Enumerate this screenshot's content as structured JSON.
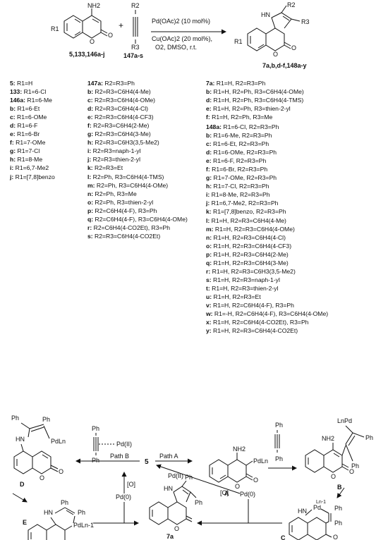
{
  "header": {
    "reactant1_label": "5,133,146a-j",
    "reactant2_label": "147a-s",
    "product_label": "7a,b,d-f,148a-y",
    "conditions": [
      "Pd(OAc)2 (10 mol%)",
      "Cu(OAc)2 (20 mol%),",
      "O2, DMSO, r.t."
    ],
    "atoms": {
      "nh2": "NH2",
      "r1": "R1",
      "r2": "R2",
      "r3": "R3",
      "o": "O",
      "hn": "HN",
      "plus": "+"
    }
  },
  "col1": [
    {
      "id": "5:",
      "text": "R1=H"
    },
    {
      "id": "133:",
      "text": "R1=6-Cl"
    },
    {
      "id": "146a:",
      "text": "R1=6-Me"
    },
    {
      "id": "b:",
      "text": "R1=6-Et"
    },
    {
      "id": "c:",
      "text": "R1=6-OMe"
    },
    {
      "id": "d:",
      "text": "R1=6-F"
    },
    {
      "id": "e:",
      "text": "R1=6-Br"
    },
    {
      "id": "f:",
      "text": "R1=7-OMe"
    },
    {
      "id": "g:",
      "text": "R1=7-Cl"
    },
    {
      "id": "h:",
      "text": "R1=8-Me"
    },
    {
      "id": "i:",
      "text": "R1=6,7-Me2"
    },
    {
      "id": "j:",
      "text": "R1=[7,8]benzo"
    }
  ],
  "col2": [
    {
      "id": "147a:",
      "text": "R2=R3=Ph"
    },
    {
      "id": "b:",
      "text": "R2=R3=C6H4(4-Me)"
    },
    {
      "id": "c:",
      "text": "R2=R3=C6H4(4-OMe)"
    },
    {
      "id": "d:",
      "text": "R2=R3=C6H4(4-Cl)"
    },
    {
      "id": "e:",
      "text": "R2=R3=C6H4(4-CF3)"
    },
    {
      "id": "f:",
      "text": "R2=R3=C6H4(2-Me)"
    },
    {
      "id": "g:",
      "text": "R2=R3=C6H4(3-Me)"
    },
    {
      "id": "h:",
      "text": "R2=R3=C6H3(3,5-Me2)"
    },
    {
      "id": "i:",
      "text": "R2=R3=naph-1-yl"
    },
    {
      "id": "j:",
      "text": "R2=R3=thien-2-yl"
    },
    {
      "id": "k:",
      "text": "R2=R3=Et"
    },
    {
      "id": "l:",
      "text": "R2=Ph, R3=C6H4(4-TMS)"
    },
    {
      "id": "m:",
      "text": "R2=Ph, R3=C6H4(4-OMe)"
    },
    {
      "id": "n:",
      "text": "R2=Ph, R3=Me"
    },
    {
      "id": "o:",
      "text": "R2=Ph, R3=thien-2-yl"
    },
    {
      "id": "p:",
      "text": "R2=C6H4(4-F), R3=Ph"
    },
    {
      "id": "q:",
      "text": "R2=C6H4(4-F), R3=C6H4(4-OMe)"
    },
    {
      "id": "r:",
      "text": "R2=C6H4(4-CO2Et), R3=Ph"
    },
    {
      "id": "s:",
      "text": "R2=R3=C6H4(4-CO2Et)"
    }
  ],
  "col3a": [
    {
      "id": "7a:",
      "text": "R1=H, R2=R3=Ph"
    },
    {
      "id": "b:",
      "text": "R1=H, R2=Ph, R3=C6H4(4-OMe)"
    },
    {
      "id": "d:",
      "text": "R1=H, R2=Ph, R3=C6H4(4-TMS)"
    },
    {
      "id": "e:",
      "text": "R1=H, R2=Ph, R3=thien-2-yl"
    },
    {
      "id": "f:",
      "text": "R1=H, R2=Ph, R3=Me"
    }
  ],
  "col3b": [
    {
      "id": "148a:",
      "text": "R1=6-Cl, R2=R3=Ph"
    },
    {
      "id": "b:",
      "text": "R1=6-Me, R2=R3=Ph"
    },
    {
      "id": "c:",
      "text": "R1=6-Et, R2=R3=Ph"
    },
    {
      "id": "d:",
      "text": "R1=6-OMe, R2=R3=Ph"
    },
    {
      "id": "e:",
      "text": "R1=6-F, R2=R3=Ph"
    },
    {
      "id": "f:",
      "text": "R1=6-Br, R2=R3=Ph"
    },
    {
      "id": "g:",
      "text": "R1=7-OMe, R2=R3=Ph"
    },
    {
      "id": "h:",
      "text": "R1=7-Cl, R2=R3=Ph"
    },
    {
      "id": "i:",
      "text": "R1=8-Me, R2=R3=Ph"
    },
    {
      "id": "j:",
      "text": "R1=6,7-Me2, R2=R3=Ph"
    },
    {
      "id": "k:",
      "text": "R1=[7,8]benzo, R2=R3=Ph"
    },
    {
      "id": "l:",
      "text": "R1=H, R2=R3=C6H4(4-Me)"
    },
    {
      "id": "m:",
      "text": "R1=H, R2=R3=C6H4(4-OMe)"
    },
    {
      "id": "n:",
      "text": "R1=H, R2=R3=C6H4(4-Cl)"
    },
    {
      "id": "o:",
      "text": "R1=H, R2=R3=C6H4(4-CF3)"
    },
    {
      "id": "p:",
      "text": "R1=H, R2=R3=C6H4(2-Me)"
    },
    {
      "id": "q:",
      "text": "R1=H, R2=R3=C6H4(3-Me)"
    },
    {
      "id": "r:",
      "text": "R1=H, R2=R3=C6H3(3,5-Me2)"
    },
    {
      "id": "s:",
      "text": "R1=H, R2=R3=naph-1-yl"
    },
    {
      "id": "t:",
      "text": "R1=H, R2=R3=thien-2-yl"
    },
    {
      "id": "u:",
      "text": "R1=H, R2=R3=Et"
    },
    {
      "id": "v:",
      "text": "R1=H, R2=C6H4(4-F), R3=Ph"
    },
    {
      "id": "w:",
      "text": "R1=-H, R2=C6H4(4-F), R3=C6H4(4-OMe)"
    },
    {
      "id": "x:",
      "text": "R1=H, R2=C6H4(4-CO2Et), R3=Ph"
    },
    {
      "id": "y:",
      "text": "R1=H, R2=R3=C6H4(4-CO2Et)"
    }
  ],
  "mechanism": {
    "path_a": "Path A",
    "path_b": "Path B",
    "pd2_complex": "Pd(II)",
    "pd2": "Pd(II)",
    "ox1": "[O]",
    "ox2": "[O]",
    "pd0_1": "Pd(0)",
    "pd0_2": "Pd(0)",
    "start": "5",
    "labels": {
      "A": "A",
      "B": "B",
      "C": "C",
      "D": "D",
      "E": "E",
      "product": "7a"
    },
    "atoms": {
      "ph": "Ph",
      "pdln": "PdLn",
      "lnpd": "LnPd",
      "pdln1": "PdLn-1",
      "ln1": "Ln-1",
      "pd": "Pd",
      "hn": "HN",
      "nh2": "NH2",
      "o": "O"
    }
  }
}
